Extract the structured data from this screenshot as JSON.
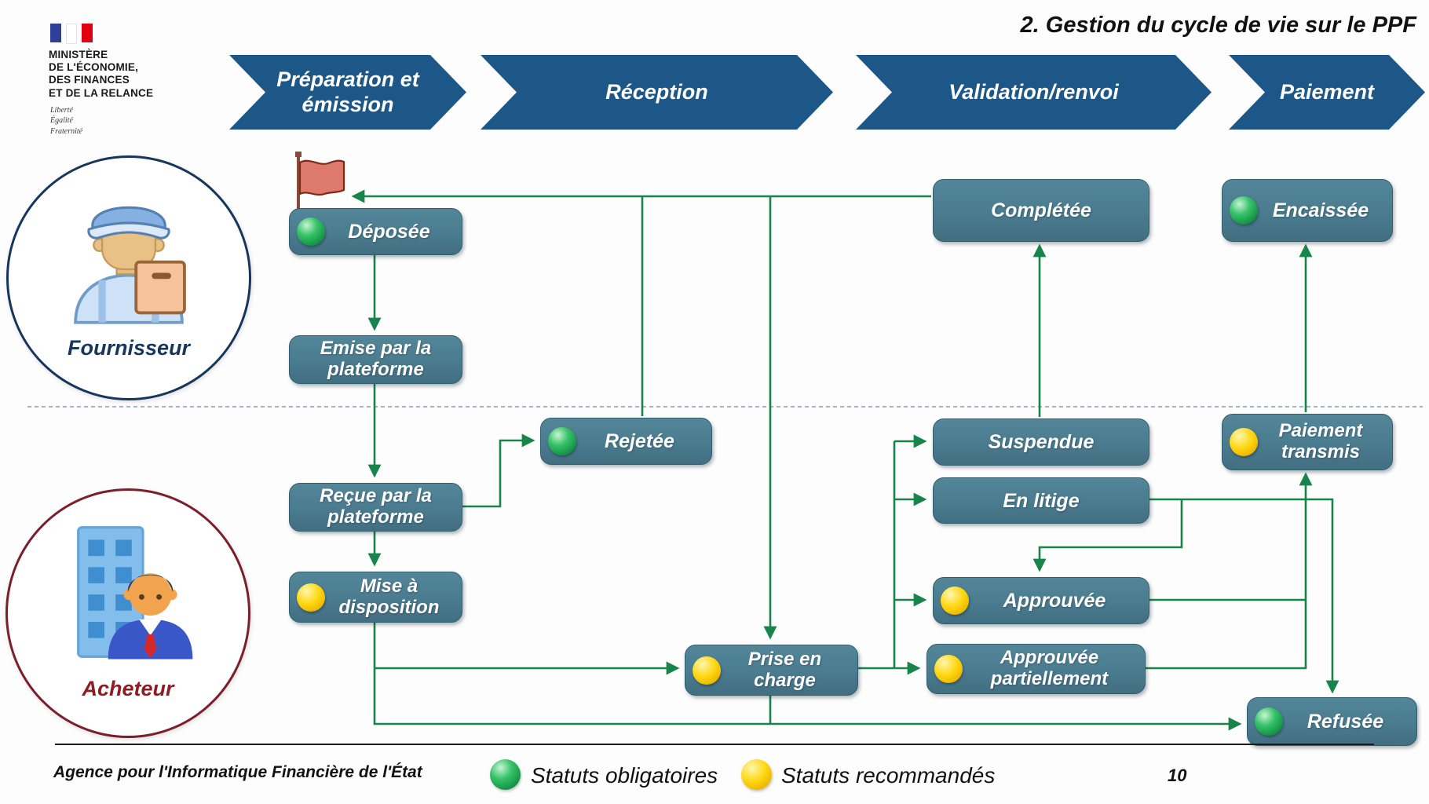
{
  "header": {
    "title": "2. Gestion du cycle de vie sur le PPF",
    "ministry_lines": [
      "MINISTÈRE",
      "DE L'ÉCONOMIE,",
      "DES FINANCES",
      "ET DE LA RELANCE"
    ],
    "motto_lines": [
      "Liberté",
      "Égalité",
      "Fraternité"
    ]
  },
  "phases": [
    "Préparation et émission",
    "Réception",
    "Validation/renvoi",
    "Paiement"
  ],
  "actors": {
    "fournisseur": "Fournisseur",
    "acheteur": "Acheteur"
  },
  "statuses": {
    "deposee": {
      "label": "Déposée",
      "dot": "green"
    },
    "emise": {
      "label": "Emise par la\nplateforme",
      "dot": null
    },
    "rejetee": {
      "label": "Rejetée",
      "dot": "green"
    },
    "recue": {
      "label": "Reçue par la\nplateforme",
      "dot": null
    },
    "mise_a_disposition": {
      "label": "Mise à\ndisposition",
      "dot": "yellow"
    },
    "prise_en_charge": {
      "label": "Prise en\ncharge",
      "dot": "yellow"
    },
    "completee": {
      "label": "Complétée",
      "dot": null
    },
    "encaissee": {
      "label": "Encaissée",
      "dot": "green"
    },
    "suspendue": {
      "label": "Suspendue",
      "dot": null
    },
    "en_litige": {
      "label": "En litige",
      "dot": null
    },
    "approuvee": {
      "label": "Approuvée",
      "dot": "yellow"
    },
    "approuvee_part": {
      "label": "Approuvée\npartiellement",
      "dot": "yellow"
    },
    "paiement_transmis": {
      "label": "Paiement\ntransmis",
      "dot": "yellow"
    },
    "refusee": {
      "label": "Refusée",
      "dot": "green"
    }
  },
  "legend": {
    "mandatory": "Statuts obligatoires",
    "recommended": "Statuts recommandés"
  },
  "footer": {
    "agency": "Agence pour l'Informatique Financière de l'État",
    "page": "10"
  },
  "colors": {
    "chevron": "#1d5787",
    "box": "#4a7b8f",
    "connector": "#17854a",
    "mandatory-dot": "#1fa34d",
    "recommended-dot": "#f2c300",
    "flag": "#dd7a6d"
  }
}
